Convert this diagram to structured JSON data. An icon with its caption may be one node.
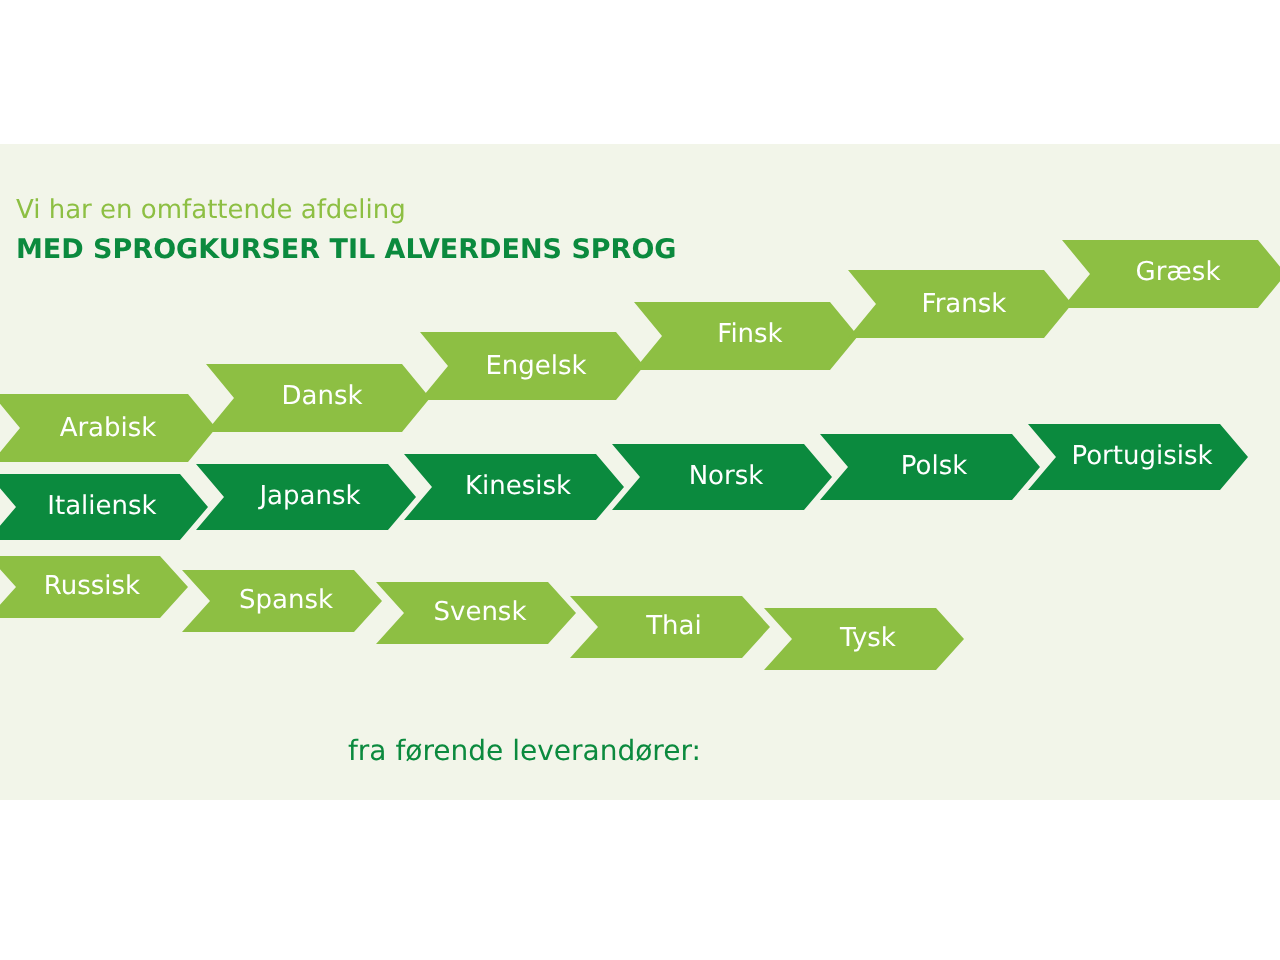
{
  "diagram": {
    "nodes": [
      {
        "text": [
          "Arabisk"
        ]
      },
      {
        "text": [
          "Dansk"
        ]
      },
      {
        "text": [
          "Engelsk"
        ]
      },
      {
        "text": [
          "Finsk"
        ]
      },
      {
        "text": [
          "Fransk"
        ]
      },
      {
        "text": [
          "Græsk"
        ]
      },
      {
        "text": [
          "Italiensk"
        ]
      },
      {
        "text": [
          "Japansk"
        ]
      },
      {
        "text": [
          "Kinesisk"
        ]
      },
      {
        "text": [
          "Norsk"
        ]
      },
      {
        "text": [
          "Polsk"
        ]
      },
      {
        "text": [
          "Portugisisk"
        ]
      },
      {
        "text": [
          "Russisk"
        ]
      },
      {
        "text": [
          "Spansk"
        ]
      },
      {
        "text": [
          "Svensk"
        ]
      },
      {
        "text": [
          "Thai"
        ]
      },
      {
        "text": [
          "Tysk"
        ]
      }
    ],
    "labels": [
      "Vi har en omfattende afdeling",
      "MED SPROGKURSER TIL ALVERDENS SPROG",
      "fra førende leverandører:"
    ]
  }
}
